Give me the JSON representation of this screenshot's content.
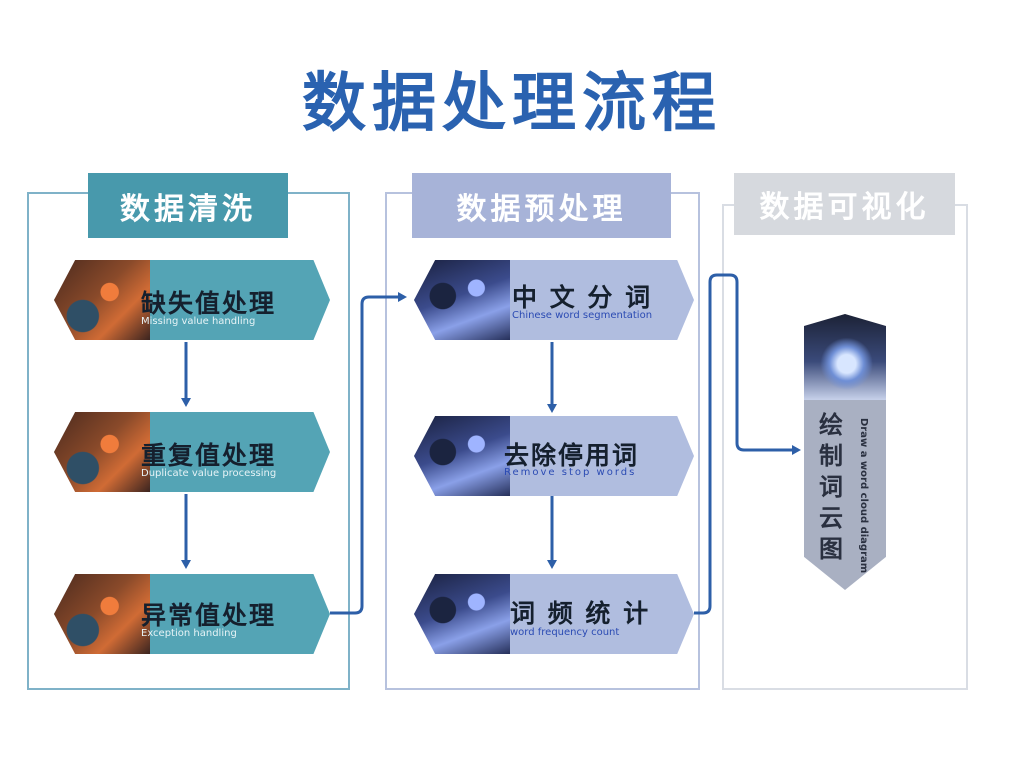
{
  "title": "数据处理流程",
  "colors": {
    "title": "#2a62b0",
    "cleaning": "#4899ac",
    "preprocessing": "#a7b3d8",
    "visualization": "#d6d9de",
    "arrow": "#2d5fa8"
  },
  "columns": [
    {
      "header": "数据清洗",
      "steps": [
        {
          "cn": "缺失值处理",
          "en": "Missing value handling"
        },
        {
          "cn": "重复值处理",
          "en": "Duplicate value processing"
        },
        {
          "cn": "异常值处理",
          "en": "Exception handling"
        }
      ]
    },
    {
      "header": "数据预处理",
      "steps": [
        {
          "cn": "中 文 分 词",
          "en": "Chinese word segmentation"
        },
        {
          "cn": "去除停用词",
          "en": "Remove stop words"
        },
        {
          "cn": "词 频 统 计",
          "en": "word frequency count"
        }
      ]
    },
    {
      "header": "数据可视化",
      "steps": [
        {
          "cn": "绘制词云图",
          "en": "Draw a word cloud diagram"
        }
      ]
    }
  ]
}
